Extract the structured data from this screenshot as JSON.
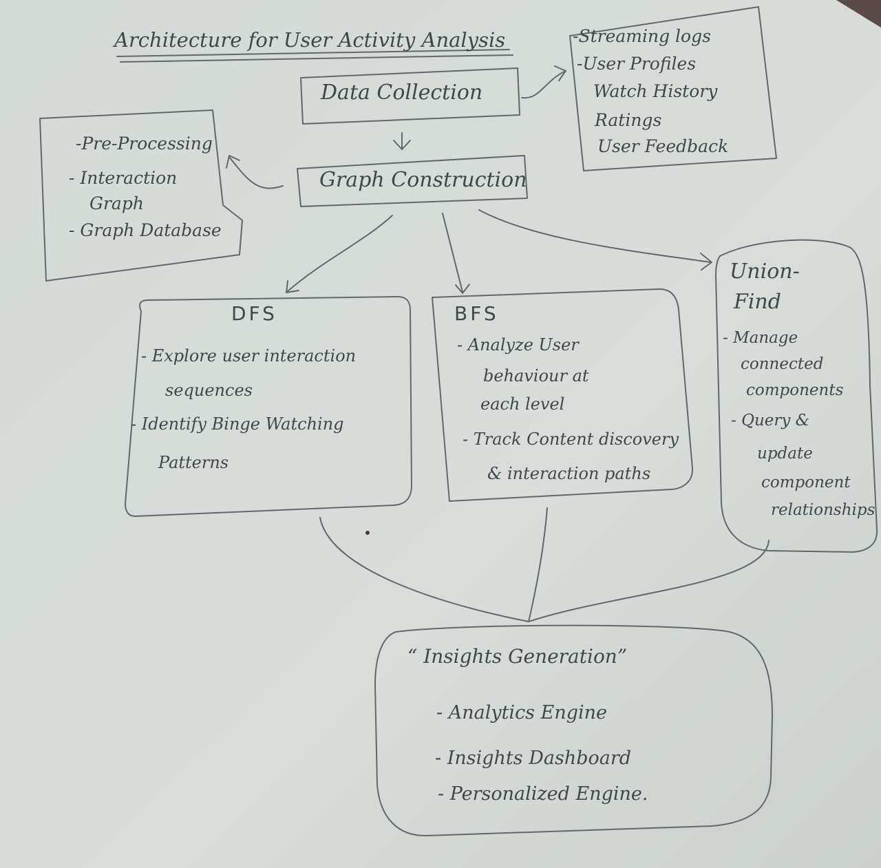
{
  "title": "Architecture for User Activity Analysis",
  "data_collection": {
    "label": "Data Collection",
    "sources": [
      "-Streaming logs",
      "-User Profiles",
      "Watch History",
      "Ratings",
      "User Feedback"
    ]
  },
  "graph_construction": {
    "label": "Graph Construction"
  },
  "preprocessing": {
    "lines": [
      "-Pre-Processing",
      "- Interaction",
      "Graph",
      "- Graph Database"
    ]
  },
  "dfs": {
    "title": "DFS",
    "lines": [
      "- Explore user interaction",
      "sequences",
      "- Identify Binge Watching",
      "Patterns"
    ]
  },
  "bfs": {
    "title": "BFS",
    "lines": [
      "- Analyze User",
      "behaviour at",
      "each level",
      "- Track Content discovery",
      "& interaction paths"
    ]
  },
  "union_find": {
    "title_lines": [
      "Union-",
      "Find"
    ],
    "lines": [
      "- Manage",
      "connected",
      "components",
      "- Query &",
      "update",
      "component",
      "relationships"
    ]
  },
  "insights": {
    "title": "“ Insights Generation”",
    "lines": [
      "- Analytics Engine",
      "- Insights Dashboard",
      "- Personalized Engine."
    ]
  },
  "colors": {
    "paper": "#d6dcd8",
    "ink": "#3c4a46",
    "pencil": "#5f6966",
    "background": "#5a4a48"
  }
}
